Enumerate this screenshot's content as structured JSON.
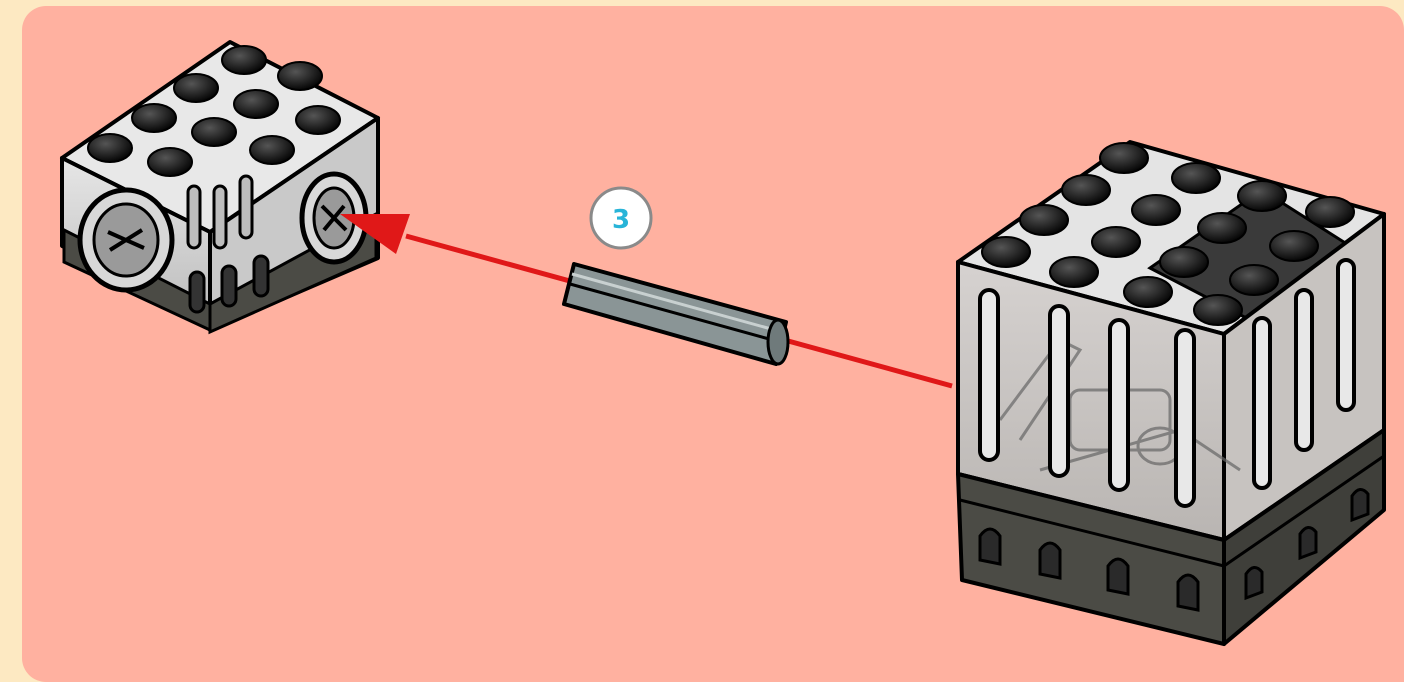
{
  "step": {
    "number": "3"
  },
  "colors": {
    "background": "#ffb1a0",
    "outer": "#fde9c2",
    "arrow": "#e01818",
    "badge_text": "#28b4d8",
    "brick_light": "#d8d8d8",
    "brick_dark": "#4b4b45",
    "axle": "#8a9596"
  },
  "parts": [
    {
      "name": "angle-motor-block",
      "color": "light gray"
    },
    {
      "name": "axle",
      "color": "gray"
    },
    {
      "name": "battery-box",
      "color": "transparent gray"
    }
  ],
  "arrow": {
    "direction": "right-to-left"
  }
}
